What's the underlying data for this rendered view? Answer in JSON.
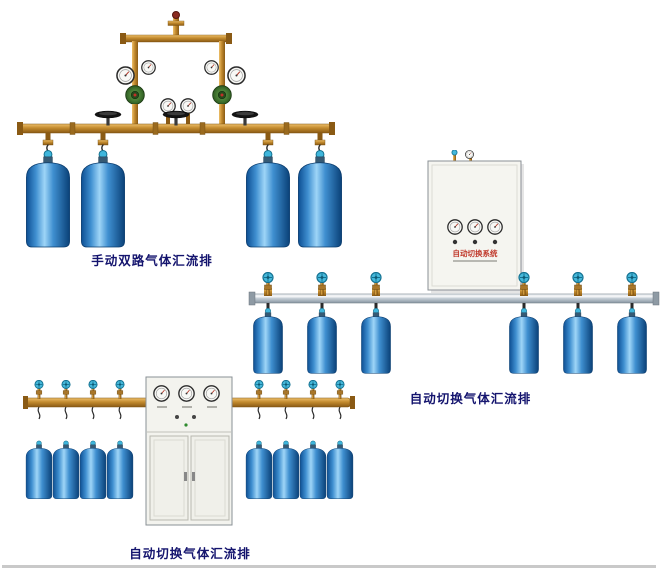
{
  "captions": {
    "manual_dual": "手动双路气体汇流排",
    "auto_switch_wall": "自动切换气体汇流排",
    "auto_switch_floor": "自动切换气体汇流排"
  },
  "wall_cabinet": {
    "title": "自动切换系统"
  },
  "colors": {
    "caption_text": "#14146e",
    "cabinet_title_red": "#c0392b",
    "cylinder_blue_dark": "#0d4f93",
    "cylinder_blue_light": "#9ed5f7",
    "brass_pipe": "#c28a2e",
    "silver_pipe": "#c3ccd4",
    "regulator_green": "#2e5c22",
    "valve_handle_cyan": "#46b8da"
  }
}
